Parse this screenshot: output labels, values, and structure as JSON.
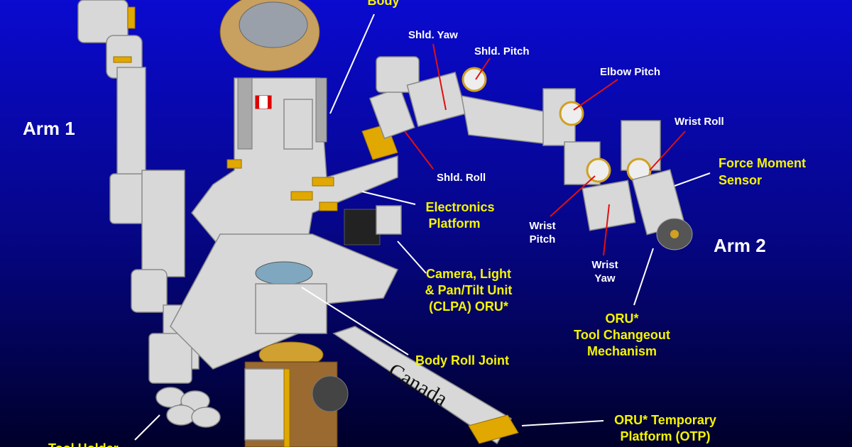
{
  "colors": {
    "background_top": "#0a0ad0",
    "background_bottom": "#00002a",
    "label_yellow": "#f5f500",
    "label_white": "#ffffff",
    "arrow_red": "#e01010"
  },
  "labels": {
    "body": "Body",
    "arm1": "Arm 1",
    "arm2": "Arm 2",
    "shld_yaw": "Shld. Yaw",
    "shld_pitch": "Shld. Pitch",
    "shld_roll": "Shld. Roll",
    "elbow_pitch": "Elbow Pitch",
    "wrist_roll": "Wrist Roll",
    "wrist_pitch": [
      "Wrist",
      "Pitch"
    ],
    "wrist_yaw": [
      "Wrist",
      "Yaw"
    ],
    "force_moment_sensor": [
      "Force Moment",
      "Sensor"
    ],
    "electronics_platform": [
      "Electronics",
      "Platform"
    ],
    "clpa": [
      "Camera, Light",
      "& Pan/Tilt Unit",
      "(CLPA) ORU*"
    ],
    "tool_changeout": [
      "ORU*",
      "Tool Changeout",
      "Mechanism"
    ],
    "body_roll_joint": "Body Roll Joint",
    "otp": [
      "ORU* Temporary",
      "Platform (OTP)"
    ],
    "tool_holder": "Tool Holder"
  },
  "wordmark": "Canada"
}
